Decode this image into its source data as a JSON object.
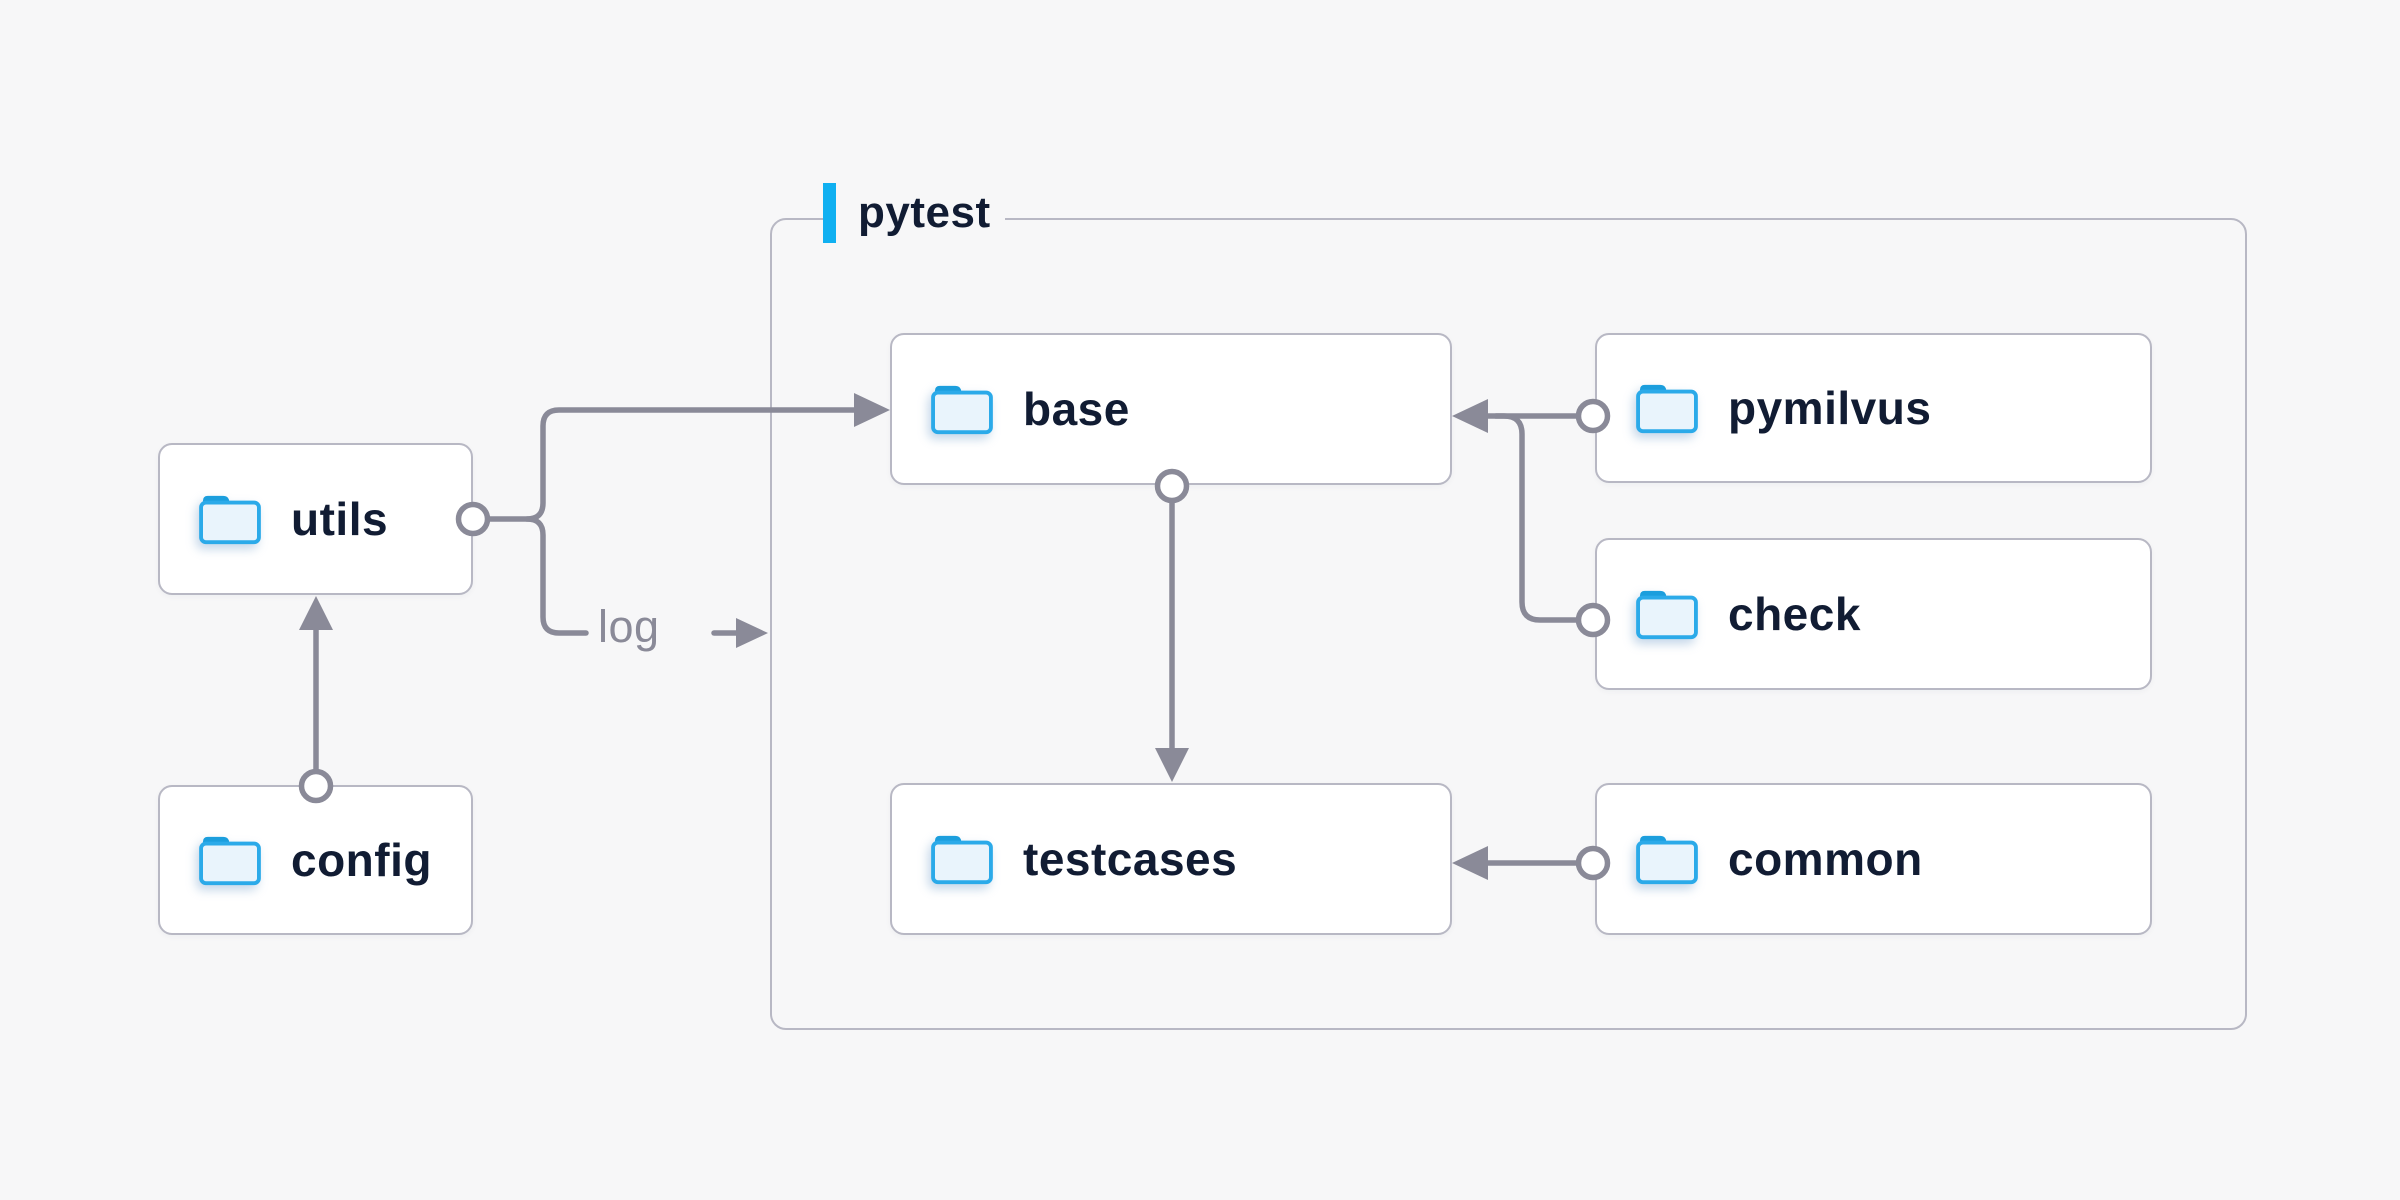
{
  "diagram": {
    "background": "#f7f7f8",
    "type": "folder-dependency-diagram"
  },
  "container": {
    "label": "pytest",
    "accent_color": "#10b0f1",
    "border_color": "#b8b8c4"
  },
  "nodes": {
    "utils": {
      "label": "utils",
      "icon": "folder-icon"
    },
    "config": {
      "label": "config",
      "icon": "folder-icon"
    },
    "base": {
      "label": "base",
      "icon": "folder-icon"
    },
    "pymilvus": {
      "label": "pymilvus",
      "icon": "folder-icon"
    },
    "check": {
      "label": "check",
      "icon": "folder-icon"
    },
    "testcases": {
      "label": "testcases",
      "icon": "folder-icon"
    },
    "common": {
      "label": "common",
      "icon": "folder-icon"
    }
  },
  "edge_labels": {
    "log": "log"
  },
  "edges": [
    {
      "from": "utils",
      "to": "base",
      "style": "arrow"
    },
    {
      "from": "utils",
      "to": "log-label",
      "style": "branch"
    },
    {
      "from": "log-label",
      "to": "pytest-container",
      "style": "arrow"
    },
    {
      "from": "config",
      "to": "utils",
      "style": "arrow"
    },
    {
      "from": "base",
      "to": "testcases",
      "style": "arrow"
    },
    {
      "from": "pymilvus",
      "to": "base",
      "style": "arrow"
    },
    {
      "from": "check",
      "to": "base",
      "style": "arrow"
    },
    {
      "from": "common",
      "to": "testcases",
      "style": "arrow"
    }
  ],
  "colors": {
    "node_background": "#ffffff",
    "node_border": "#b8b8c4",
    "node_text": "#111c33",
    "connector": "#8a8a98",
    "folder_outline": "#2baae9",
    "folder_tab": "#1b9edd",
    "folder_fill": "#e9f4fc",
    "accent_blue": "#10b0f1",
    "edge_label_text": "#8a8a98"
  }
}
